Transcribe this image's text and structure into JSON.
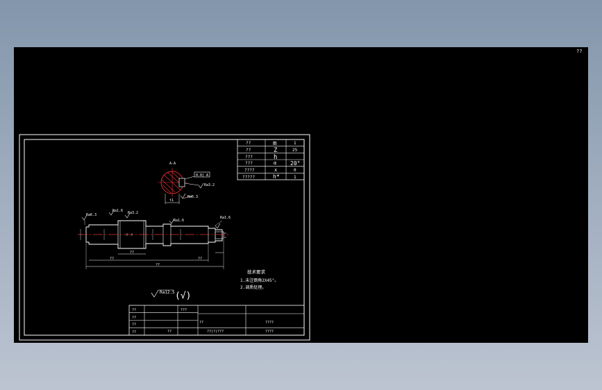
{
  "viewport": {
    "coords_label": "??"
  },
  "section": {
    "label": "A-A",
    "tolerance_frame": "0.0| A",
    "roughness_top": "Ra3.2",
    "roughness_bottom": "Ra6.3",
    "dim_bottom": "t1"
  },
  "params_table": {
    "rows": [
      {
        "name": "??",
        "symbol": "m",
        "value": "1"
      },
      {
        "name": "??",
        "symbol": "Z",
        "value": "25"
      },
      {
        "name": "???",
        "symbol": "h",
        "value": ""
      },
      {
        "name": "???",
        "symbol": "α",
        "value": "20°"
      },
      {
        "name": "????",
        "symbol": "x",
        "value": "0"
      },
      {
        "name": "?????",
        "symbol": "h*",
        "value": "1"
      }
    ]
  },
  "shaft": {
    "roughness_1": "Ra6.3",
    "roughness_2": "Ra1.6",
    "roughness_3": "Ra3.2",
    "roughness_4": "Ra1.6",
    "roughness_5": "Ra1.6",
    "dim_total": "??",
    "dim_left": "??",
    "dim_mid": "??",
    "dim_right": "??"
  },
  "notes": {
    "title": "技术要求",
    "line1": "1.未注倒角2X45°。",
    "line2": "2.调质处理。"
  },
  "general_roughness": {
    "value": "Ra12.5",
    "paren": "(√)"
  },
  "title_block": {
    "r1c1": "??",
    "r1c3": "???",
    "r2c1": "??",
    "r3c1": "??",
    "r3c4": "??",
    "r3c5": "????",
    "r4c1": "??",
    "r4c2": "??",
    "r4c4": "??(?)???",
    "r4c5": "????"
  }
}
